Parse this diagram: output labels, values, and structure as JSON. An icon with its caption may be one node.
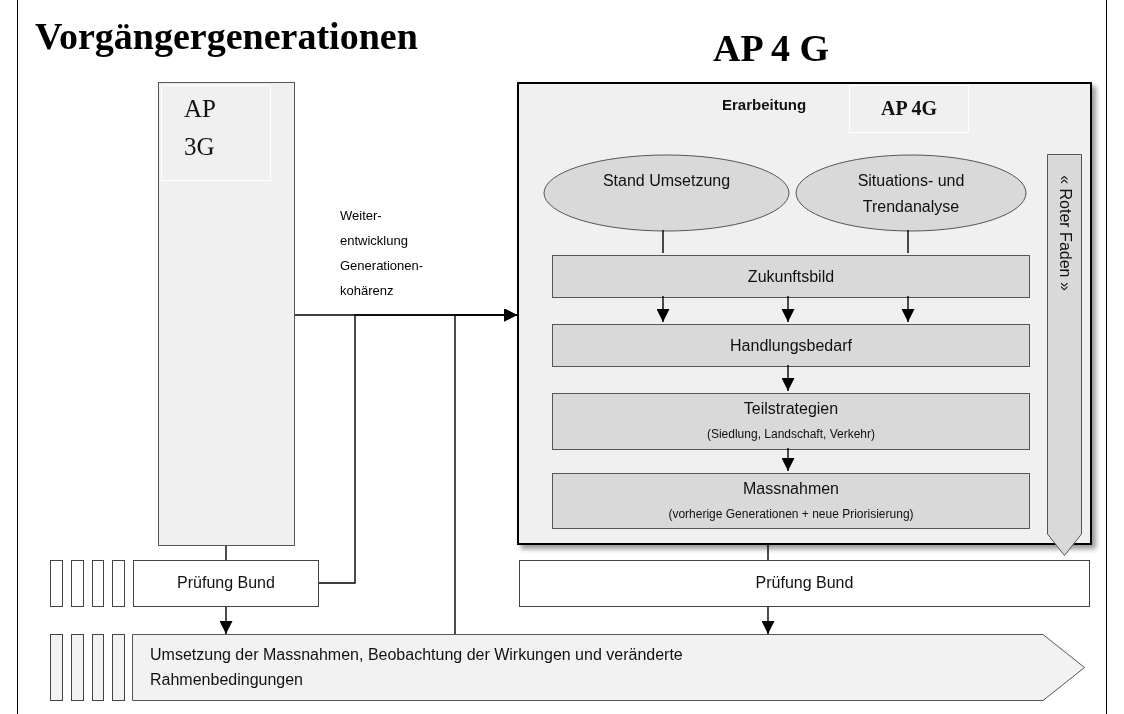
{
  "diagram": {
    "nodes": [
      {
        "text": [
          "AP 3G"
        ]
      },
      {
        "text": [
          "Prüfung Bund"
        ]
      },
      {
        "text": [
          "Umsetzung der Massnahmen, Beobachtung der Wirkungen und veränderte Rahmenbedingungen"
        ]
      },
      {
        "text": [
          "Erarbeitung"
        ]
      },
      {
        "text": [
          "AP 4G"
        ],
        "in": 3
      },
      {
        "text": [
          "Stand Umsetzung"
        ],
        "in": 3
      },
      {
        "text": [
          "Situations- und Trendanalyse"
        ],
        "in": 3
      },
      {
        "text": [
          "Zukunftsbild"
        ],
        "in": 3
      },
      {
        "text": [
          "Handlungsbedarf"
        ],
        "in": 3
      },
      {
        "text": [
          "Teilstrategien",
          "(Siedlung, Landschaft, Verkehr)"
        ],
        "in": 3
      },
      {
        "text": [
          "Massnahmen",
          "(vorherige Generationen + neue Priorisierung)"
        ],
        "in": 3
      },
      {
        "text": [
          "« Roter Faden »"
        ],
        "in": 3
      },
      {
        "text": [
          "Prüfung Bund"
        ]
      },
      {
        "text": [],
        "shape": "bar"
      },
      {
        "text": [],
        "shape": "bar"
      },
      {
        "text": [],
        "shape": "bar"
      },
      {
        "text": [],
        "shape": "bar"
      },
      {
        "text": [],
        "shape": "bar"
      },
      {
        "text": [],
        "shape": "bar"
      },
      {
        "text": [],
        "shape": "bar"
      },
      {
        "text": [],
        "shape": "bar"
      }
    ],
    "edges": [
      {
        "from": 0,
        "to": 1,
        "arrow": "none"
      },
      {
        "from": 1,
        "to": 2,
        "arrow": "to"
      },
      {
        "from": 0,
        "to": 3,
        "arrow": "to"
      },
      {
        "from": 1,
        "to": 3,
        "arrow": "to"
      },
      {
        "from": 2,
        "to": 3,
        "arrow": "to"
      },
      {
        "from": 3,
        "to": 12,
        "arrow": "none"
      },
      {
        "from": 12,
        "to": 2,
        "arrow": "to"
      },
      {
        "from": 5,
        "to": 7,
        "arrow": "none"
      },
      {
        "from": 6,
        "to": 7,
        "arrow": "none"
      },
      {
        "from": 7,
        "to": 8,
        "arrow": "to"
      },
      {
        "from": 7,
        "to": 8,
        "arrow": "to"
      },
      {
        "from": 7,
        "to": 8,
        "arrow": "to"
      },
      {
        "from": 8,
        "to": 9,
        "arrow": "to"
      },
      {
        "from": 9,
        "to": 10,
        "arrow": "to"
      }
    ],
    "labels": [
      "Vorgängergenerationen",
      "AP 4 G",
      "Weiter- entwicklung Generationen- kohärenz"
    ]
  }
}
